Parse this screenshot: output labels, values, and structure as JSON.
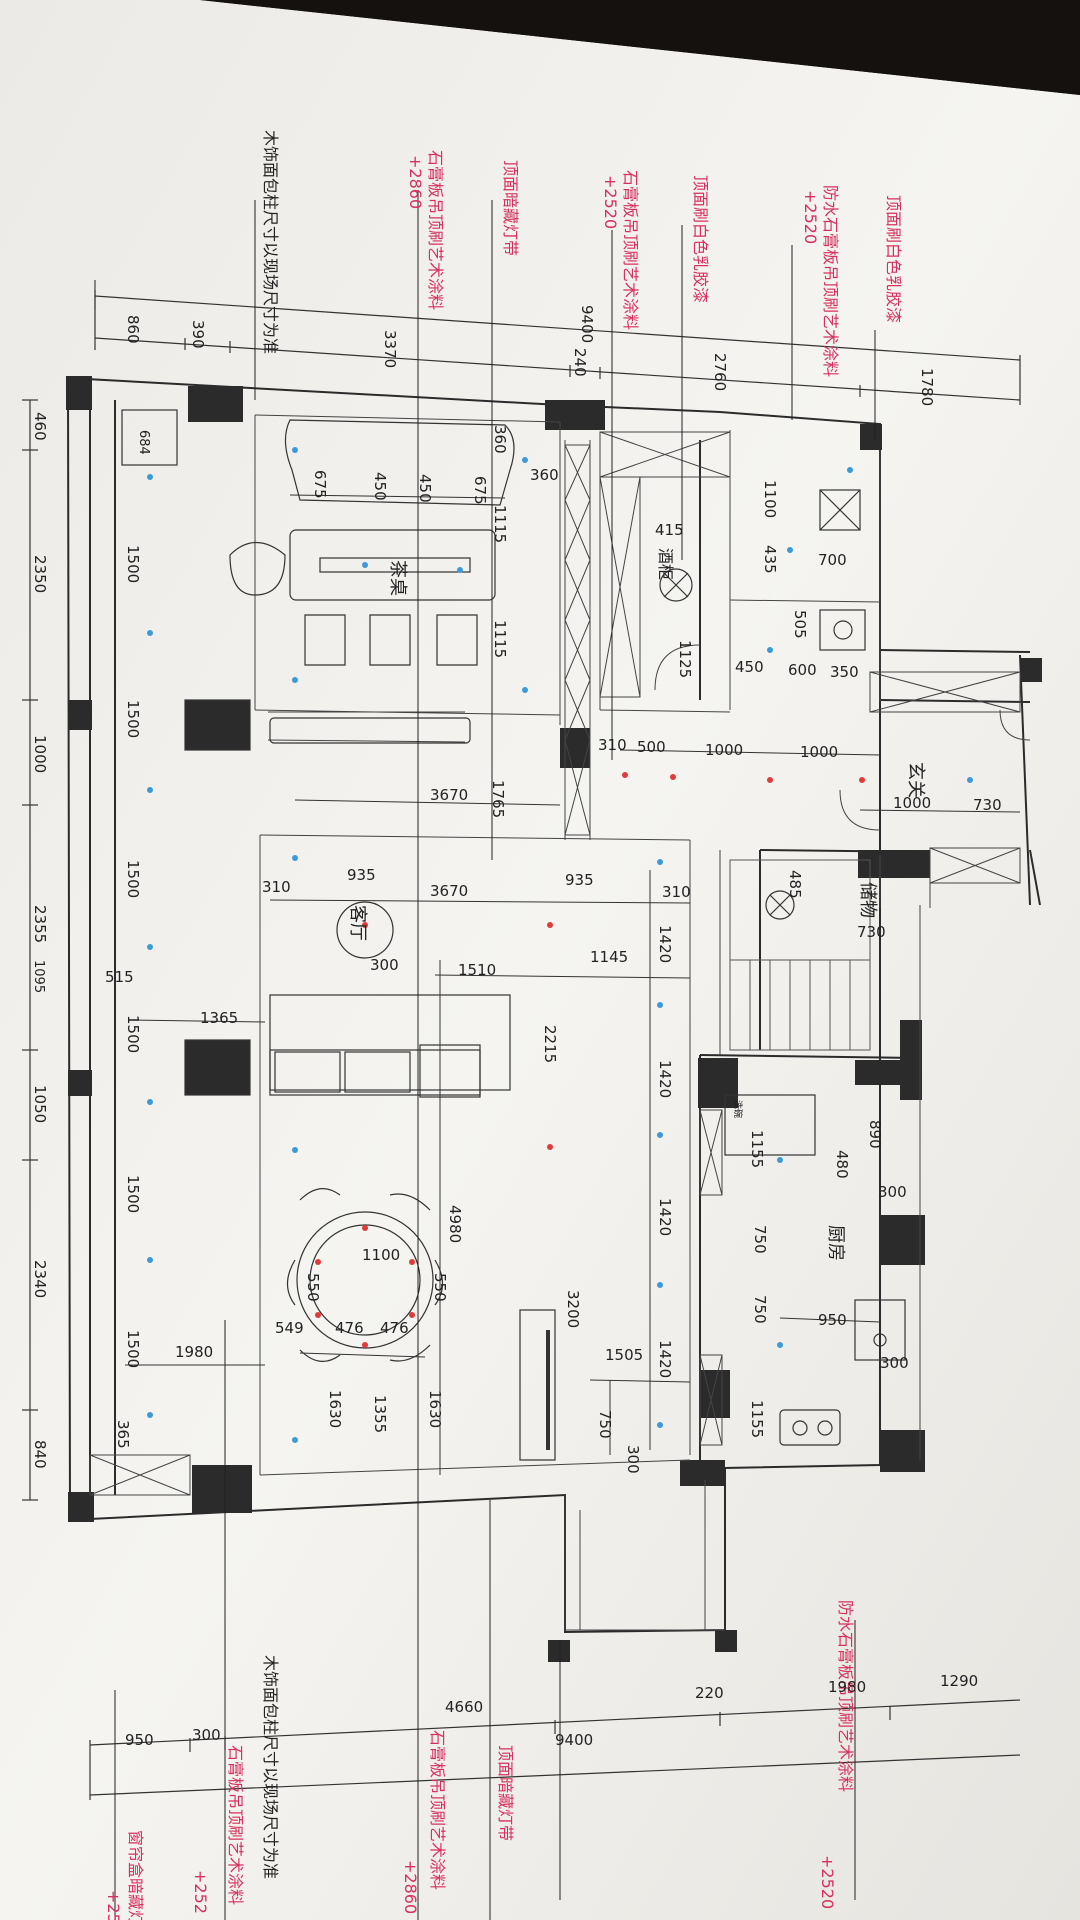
{
  "labels": {
    "top_n1": "顶面刷白色乳胶漆",
    "top_n2": "防水石膏板吊顶刷艺术涂料",
    "top_h2": "+2520",
    "top_n3": "顶面刷白色乳胶漆",
    "top_n4": "石膏板吊顶刷艺术涂料",
    "top_h4": "+2520",
    "top_n5": "顶面暗藏灯带",
    "top_n6": "石膏板吊顶刷艺术涂料",
    "top_h6": "+2860",
    "top_n7": "木饰面包柱尺寸以现场尺寸为准",
    "bot_n1": "防水石膏板吊顶刷艺术涂料",
    "bot_h1": "+2520",
    "bot_n2": "顶面暗藏灯带",
    "bot_n3": "石膏板吊顶刷艺术涂料",
    "bot_h3": "+2860",
    "bot_n4": "木饰面包柱尺寸以现场尺寸为准",
    "bot_n5": "石膏板吊顶刷艺术涂料",
    "bot_h5": "+252",
    "bot_n6": "窗帘盒暗藏灯",
    "bot_h6": "+252"
  },
  "rooms": {
    "tea": "茶桌",
    "wine": "酒柜",
    "living": "客厅",
    "foyer": "玄关",
    "storage": "储物",
    "kitchen": "厨房",
    "wash": "洗碗"
  },
  "dims": {
    "d9400t": "9400",
    "d860": "860",
    "d390": "390",
    "d3370": "3370",
    "d240": "240",
    "d2760": "2760",
    "d1780": "1780",
    "d460": "460",
    "d2350": "2350",
    "d1000l": "1000",
    "d2355": "2355",
    "d1050": "1050",
    "d2340": "2340",
    "d840": "840",
    "d1095": "1095",
    "d675a": "675",
    "d450a": "450",
    "d450b": "450",
    "d675b": "675",
    "d360a": "360",
    "d360b": "360",
    "d1115a": "1115",
    "d1115b": "1115",
    "d684": "684",
    "d1500a": "1500",
    "d1500b": "1500",
    "d1500c": "1500",
    "d1500d": "1500",
    "d1500e": "1500",
    "d1500f": "1500",
    "d1100": "1100",
    "d415": "415",
    "d435": "435",
    "d700": "700",
    "d1125": "1125",
    "d505": "505",
    "d450c": "450",
    "d600": "600",
    "d350": "350",
    "d310a": "310",
    "d500": "500",
    "d1000a": "1000",
    "d1000b": "1000",
    "d1765": "1765",
    "d3670a": "3670",
    "d1000c": "1000",
    "d730a": "730",
    "d310b": "310",
    "d935a": "935",
    "d3670b": "3670",
    "d935b": "935",
    "d310c": "310",
    "d485": "485",
    "d730b": "730",
    "d1420a": "1420",
    "d300a": "300",
    "d1510": "1510",
    "d1145": "1145",
    "d515": "515",
    "d1365a": "1365",
    "d2215": "2215",
    "d1420b": "1420",
    "d890": "890",
    "d1155a": "1155",
    "d480": "480",
    "d300b": "300",
    "d4980": "4980",
    "d1420c": "1420",
    "d750a": "750",
    "d750b": "750",
    "d550a": "550",
    "d1100b": "1100",
    "d550b": "550",
    "d549": "549",
    "d476a": "476",
    "d476b": "476",
    "d950a": "950",
    "d1980a": "1980",
    "d3200": "3200",
    "d1505": "1505",
    "d1420d": "1420",
    "d300c": "300",
    "d1630a": "1630",
    "d1355": "1355",
    "d1630b": "1630",
    "d1155b": "1155",
    "d750c": "750",
    "d300d": "300",
    "d365": "365",
    "d220": "220",
    "d1980b": "1980",
    "d1290": "1290",
    "d4660": "4660",
    "d9400b": "9400",
    "d950b": "950",
    "d300e": "300"
  },
  "colors": {
    "note_red": "#d8305c",
    "wall": "#2b2b2b",
    "line": "#3a3a3a",
    "paper": "#f3f2ef",
    "light_blue": "#3d9ad8",
    "light_red": "#e03a3a"
  }
}
